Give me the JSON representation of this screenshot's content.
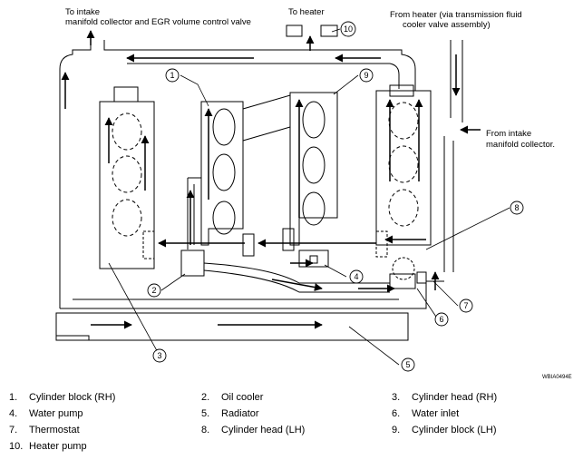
{
  "annotations": {
    "intake_line1": "To intake",
    "intake_line2": "manifold collector and EGR volume control valve",
    "to_heater": "To heater",
    "from_heater_line1": "From heater (via transmission fluid",
    "from_heater_line2": "cooler valve assembly)",
    "from_intake_line1": "From intake",
    "from_intake_line2": "manifold collector.",
    "figure_code": "WBIA0494E"
  },
  "callouts": [
    "1",
    "2",
    "3",
    "4",
    "5",
    "6",
    "7",
    "8",
    "9",
    "10"
  ],
  "legend": [
    {
      "num": "1.",
      "label": "Cylinder block (RH)"
    },
    {
      "num": "2.",
      "label": "Oil cooler"
    },
    {
      "num": "3.",
      "label": "Cylinder head (RH)"
    },
    {
      "num": "4.",
      "label": "Water pump"
    },
    {
      "num": "5.",
      "label": "Radiator"
    },
    {
      "num": "6.",
      "label": "Water inlet"
    },
    {
      "num": "7.",
      "label": "Thermostat"
    },
    {
      "num": "8.",
      "label": "Cylinder head (LH)"
    },
    {
      "num": "9.",
      "label": "Cylinder block (LH)"
    },
    {
      "num": "10.",
      "label": "Heater pump"
    }
  ]
}
